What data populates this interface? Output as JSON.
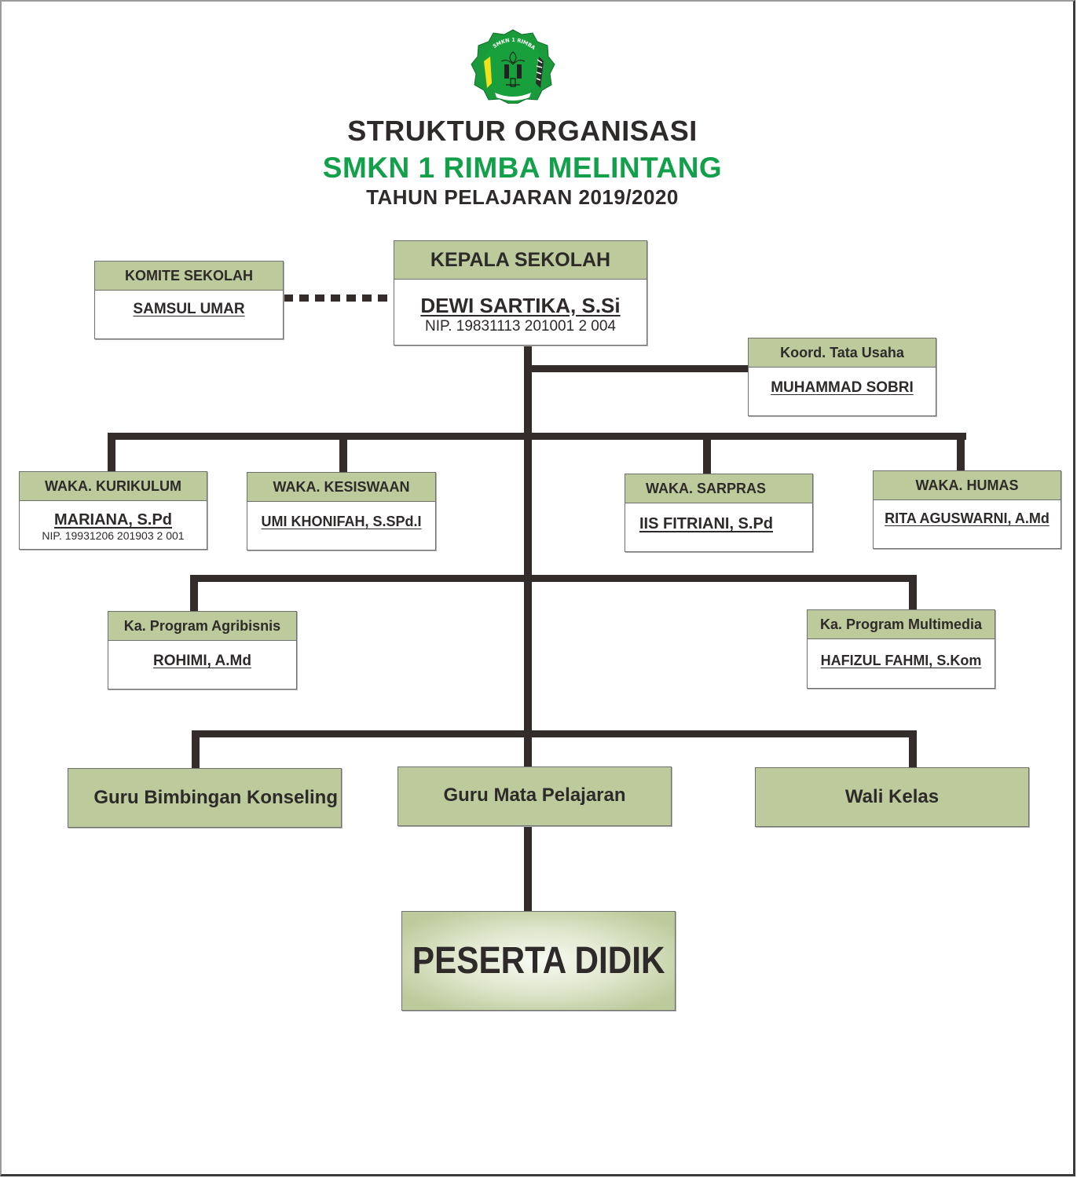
{
  "header": {
    "logo_text": "SMKN 1 RIMBA MELINTANG",
    "title": "STRUKTUR ORGANISASI",
    "school": "SMKN 1 RIMBA MELINTANG",
    "year": "TAHUN PELAJARAN 2019/2020"
  },
  "colors": {
    "header_fill": "#bdcb9c",
    "school_green": "#12a04a",
    "line": "#342c2a",
    "text": "#2e2a29"
  },
  "nodes": {
    "kepala": {
      "title": "KEPALA SEKOLAH",
      "name": "DEWI SARTIKA, S.Si",
      "nip": "NIP. 19831113 201001 2 004"
    },
    "komite": {
      "title": "KOMITE SEKOLAH",
      "name": "SAMSUL UMAR"
    },
    "tata_usaha": {
      "title": "Koord. Tata Usaha",
      "name": "MUHAMMAD SOBRI"
    },
    "kurikulum": {
      "title": "WAKA. KURIKULUM",
      "name": "MARIANA, S.Pd",
      "nip": "NIP. 19931206 201903 2 001"
    },
    "kesiswaan": {
      "title": "WAKA. KESISWAAN",
      "name": "UMI KHONIFAH, S.SPd.I"
    },
    "sarpras": {
      "title": "WAKA. SARPRAS",
      "name": "IIS FITRIANI, S.Pd"
    },
    "humas": {
      "title": "WAKA. HUMAS",
      "name": "RITA AGUSWARNI, A.Md"
    },
    "agribisnis": {
      "title": "Ka. Program Agribisnis",
      "name": "ROHIMI, A.Md"
    },
    "multimedia": {
      "title": "Ka. Program Multimedia",
      "name": "HAFIZUL FAHMI, S.Kom"
    },
    "guru_bk": {
      "title": "Guru Bimbingan Konseling"
    },
    "guru_mapel": {
      "title": "Guru Mata Pelajaran"
    },
    "wali_kelas": {
      "title": "Wali Kelas"
    },
    "peserta": {
      "title": "PESERTA DIDIK"
    }
  }
}
